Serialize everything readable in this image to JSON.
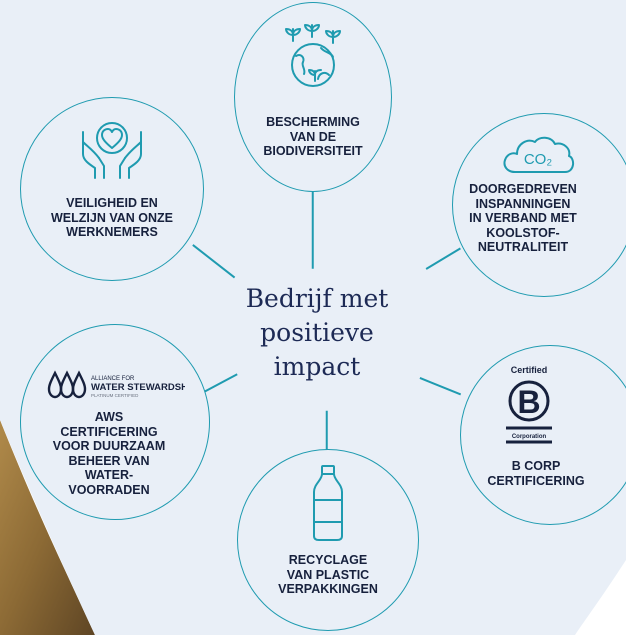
{
  "center": {
    "title": "Bedrijf met\npositieve\nimpact"
  },
  "nodes": {
    "biodiversity": {
      "label": "BESCHERMING\nVAN DE\nBIODIVERSITEIT",
      "icon": "globe-sprouts-icon"
    },
    "safety": {
      "label": "VEILIGHEID EN\nWELZIJN VAN ONZE\nWERKNEMERS",
      "icon": "hands-heart-icon"
    },
    "carbon": {
      "label": "DOORGEDREVEN\nINSPANNINGEN\nIN VERBAND MET\nKOOLSTOF-\nNEUTRALITEIT",
      "icon": "co2-cloud-icon",
      "icon_text": "CO₂"
    },
    "aws": {
      "label": "AWS\nCERTIFICERING\nVOOR DUURZAAM\nBEHEER VAN\nWATER-\nVOORRADEN",
      "icon": "aws-logo-icon",
      "logo_line1": "ALLIANCE FOR",
      "logo_line2": "WATER STEWARDSHIP",
      "logo_line3": "PLATINUM CERTIFIED"
    },
    "recycling": {
      "label": "RECYCLAGE\nVAN PLASTIC\nVERPAKKINGEN",
      "icon": "plastic-bottle-icon"
    },
    "bcorp": {
      "label": "B CORP\nCERTIFICERING",
      "icon": "b-corp-logo-icon",
      "logo_top": "Certified",
      "logo_letter": "B",
      "logo_bottom": "Corporation"
    }
  },
  "colors": {
    "accent": "#1f9bb0",
    "text": "#17213d",
    "title": "#1d2a55",
    "panel": "#e9eff7"
  }
}
